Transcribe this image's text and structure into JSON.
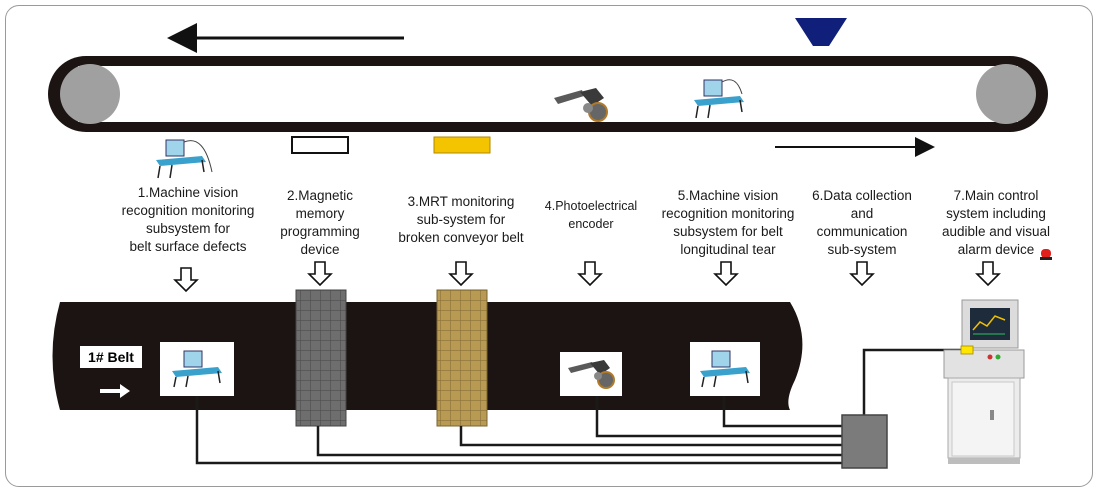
{
  "belt": {
    "tag": "1# Belt"
  },
  "subsystems": [
    {
      "id": 1,
      "lines": [
        "1.Machine vision",
        "recognition monitoring",
        "subsystem for",
        "belt surface defects"
      ]
    },
    {
      "id": 2,
      "lines": [
        "2.Magnetic",
        "memory",
        "programming",
        "device"
      ]
    },
    {
      "id": 3,
      "lines": [
        "3.MRT monitoring",
        "sub-system for",
        "broken conveyor belt"
      ]
    },
    {
      "id": 4,
      "lines": [
        "4.Photoelectrical",
        "encoder"
      ]
    },
    {
      "id": 5,
      "lines": [
        "5.Machine vision",
        "recognition monitoring",
        "subsystem for belt",
        "longitudinal tear"
      ]
    },
    {
      "id": 6,
      "lines": [
        "6.Data collection",
        "and",
        "communication",
        "sub-system"
      ]
    },
    {
      "id": 7,
      "lines": [
        "7.Main control",
        "system including",
        "audible and visual",
        "alarm device"
      ]
    }
  ],
  "colors": {
    "belt": "#1c1412",
    "pulley": "#a0a0a0",
    "hopper": "#10207a",
    "magnetic_marker": "#ffffff",
    "mrt_marker": "#f5c400",
    "mrt_panel": "#b89a52",
    "magnetic_panel": "#6e6e6e",
    "collector_box": "#7b7b7b",
    "cabinet": "#ececec",
    "alarm": "#e0201a"
  },
  "icons": [
    "camera-station-icon",
    "encoder-icon",
    "hopper-icon",
    "alarm-light-icon",
    "control-cabinet-icon"
  ]
}
